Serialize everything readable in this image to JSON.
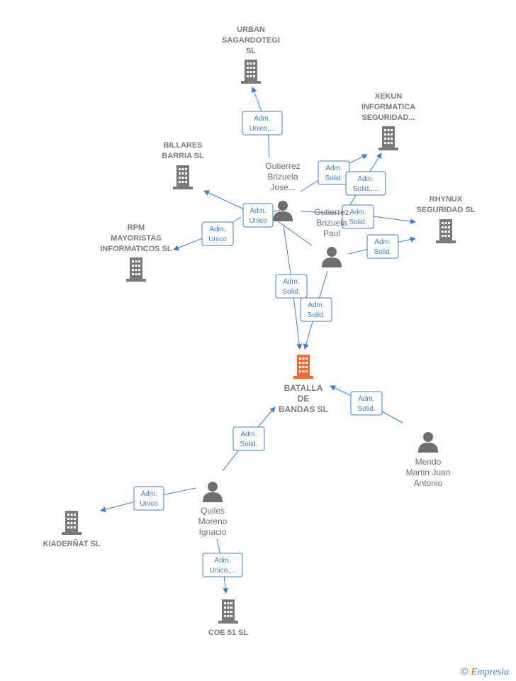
{
  "colors": {
    "edge": "#3d7fd6",
    "company": "#7a7a7a",
    "company_main": "#f26a35",
    "person": "#6e6e6e"
  },
  "nodes": {
    "urban": {
      "lines": [
        "URBAN",
        "SAGARDOTEGI",
        "SL"
      ],
      "kind": "company"
    },
    "xekun": {
      "lines": [
        "XEKUN",
        "INFORMATICA",
        "SEGURIDAD..."
      ],
      "kind": "company"
    },
    "billares": {
      "lines": [
        "BILLARES",
        "BARRIA SL"
      ],
      "kind": "company"
    },
    "rhynux": {
      "lines": [
        "RHYNUX",
        "SEGURIDAD SL"
      ],
      "kind": "company"
    },
    "rpm": {
      "lines": [
        "RPM",
        "MAYORISTAS",
        "INFORMATICOS SL"
      ],
      "kind": "company"
    },
    "batalla": {
      "lines": [
        "BATALLA",
        "DE",
        "BANDAS SL"
      ],
      "kind": "company-main"
    },
    "kiadernat": {
      "lines": [
        "KIADERÑAT SL"
      ],
      "kind": "company"
    },
    "coe51": {
      "lines": [
        "COE 51 SL"
      ],
      "kind": "company"
    },
    "gutierrez_jose": {
      "lines": [
        "Gutierrez",
        "Brizuela",
        "Jose..."
      ],
      "kind": "person"
    },
    "gutierrez_paul": {
      "lines": [
        "Gutierrez",
        "Brizuela",
        "Paul"
      ],
      "kind": "person"
    },
    "mendo": {
      "lines": [
        "Mendo",
        "Martin Juan",
        "Antonio"
      ],
      "kind": "person"
    },
    "quiles": {
      "lines": [
        "Quiles",
        "Moreno",
        "Ignacio"
      ],
      "kind": "person"
    }
  },
  "relations": [
    {
      "id": "r1",
      "lines": [
        "Adm.",
        "Unico,..."
      ]
    },
    {
      "id": "r2",
      "lines": [
        "Adm.",
        "Solid."
      ]
    },
    {
      "id": "r3",
      "lines": [
        "Adm.",
        "Solid.,..."
      ]
    },
    {
      "id": "r4",
      "lines": [
        "Adm.",
        "Unico"
      ]
    },
    {
      "id": "r5",
      "lines": [
        "Adm.",
        "Solid."
      ]
    },
    {
      "id": "r6",
      "lines": [
        "Adm.",
        "Unico"
      ]
    },
    {
      "id": "r7",
      "lines": [
        "Adm.",
        "Solid."
      ]
    },
    {
      "id": "r8",
      "lines": [
        "Adm.",
        "Solid."
      ]
    },
    {
      "id": "r9",
      "lines": [
        "Adm.",
        "Solid."
      ]
    },
    {
      "id": "r10",
      "lines": [
        "Adm.",
        "Solid."
      ]
    },
    {
      "id": "r11",
      "lines": [
        "Adm.",
        "Solid."
      ]
    },
    {
      "id": "r12",
      "lines": [
        "Adm.",
        "Unico"
      ]
    },
    {
      "id": "r13",
      "lines": [
        "Adm.",
        "Unico,..."
      ]
    }
  ],
  "footer": {
    "copyright": "©",
    "brand_initial": "E",
    "brand_rest": "mpresia"
  }
}
